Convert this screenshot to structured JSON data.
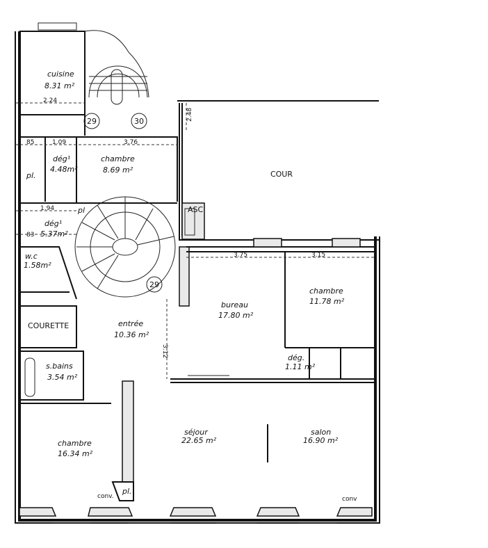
{
  "rooms": {
    "cuisine": {
      "name": "cuisine",
      "area": "8.31 m²"
    },
    "chambre_small": {
      "name": "chambre",
      "area": "8.69 m²"
    },
    "deg_top": {
      "name": "dég¹",
      "area": "4.48m²"
    },
    "placard_top": {
      "name": "pl."
    },
    "cour": {
      "name": "COUR"
    },
    "deg_mid": {
      "name": "dég¹",
      "area": "5.37m²"
    },
    "placard_mid": {
      "name": "pl"
    },
    "wc": {
      "name": "w.c",
      "area": "1.58m²"
    },
    "courette": {
      "name": "COURETTE"
    },
    "sbains": {
      "name": "s.bains",
      "area": "3.54 m²"
    },
    "entree": {
      "name": "entrée",
      "area": "10.36 m²"
    },
    "bureau": {
      "name": "bureau",
      "area": "17.80 m²"
    },
    "chambre_right": {
      "name": "chambre",
      "area": "11.78 m²"
    },
    "deg_small": {
      "name": "dég.",
      "area": "1.11 m²"
    },
    "chambre_bottom": {
      "name": "chambre",
      "area": "16.34 m²"
    },
    "sejour": {
      "name": "séjour",
      "area": "22.65 m²"
    },
    "salon": {
      "name": "salon",
      "area": "16.90 m²"
    },
    "placard_bottom": {
      "name": "pl."
    },
    "asc": {
      "name": "ASC"
    }
  },
  "dimensions": {
    "cuisine_w": "2.24",
    "d85": "85",
    "d109": "1.09",
    "d376": "3.76",
    "d248": "2.48",
    "d194": "1.94",
    "d83": "83",
    "d312": "3.12",
    "d375": "3.75",
    "d315": "3.15"
  },
  "stair_markers": [
    "29",
    "30",
    "29"
  ],
  "conv_labels": [
    "conv.",
    "conv"
  ]
}
